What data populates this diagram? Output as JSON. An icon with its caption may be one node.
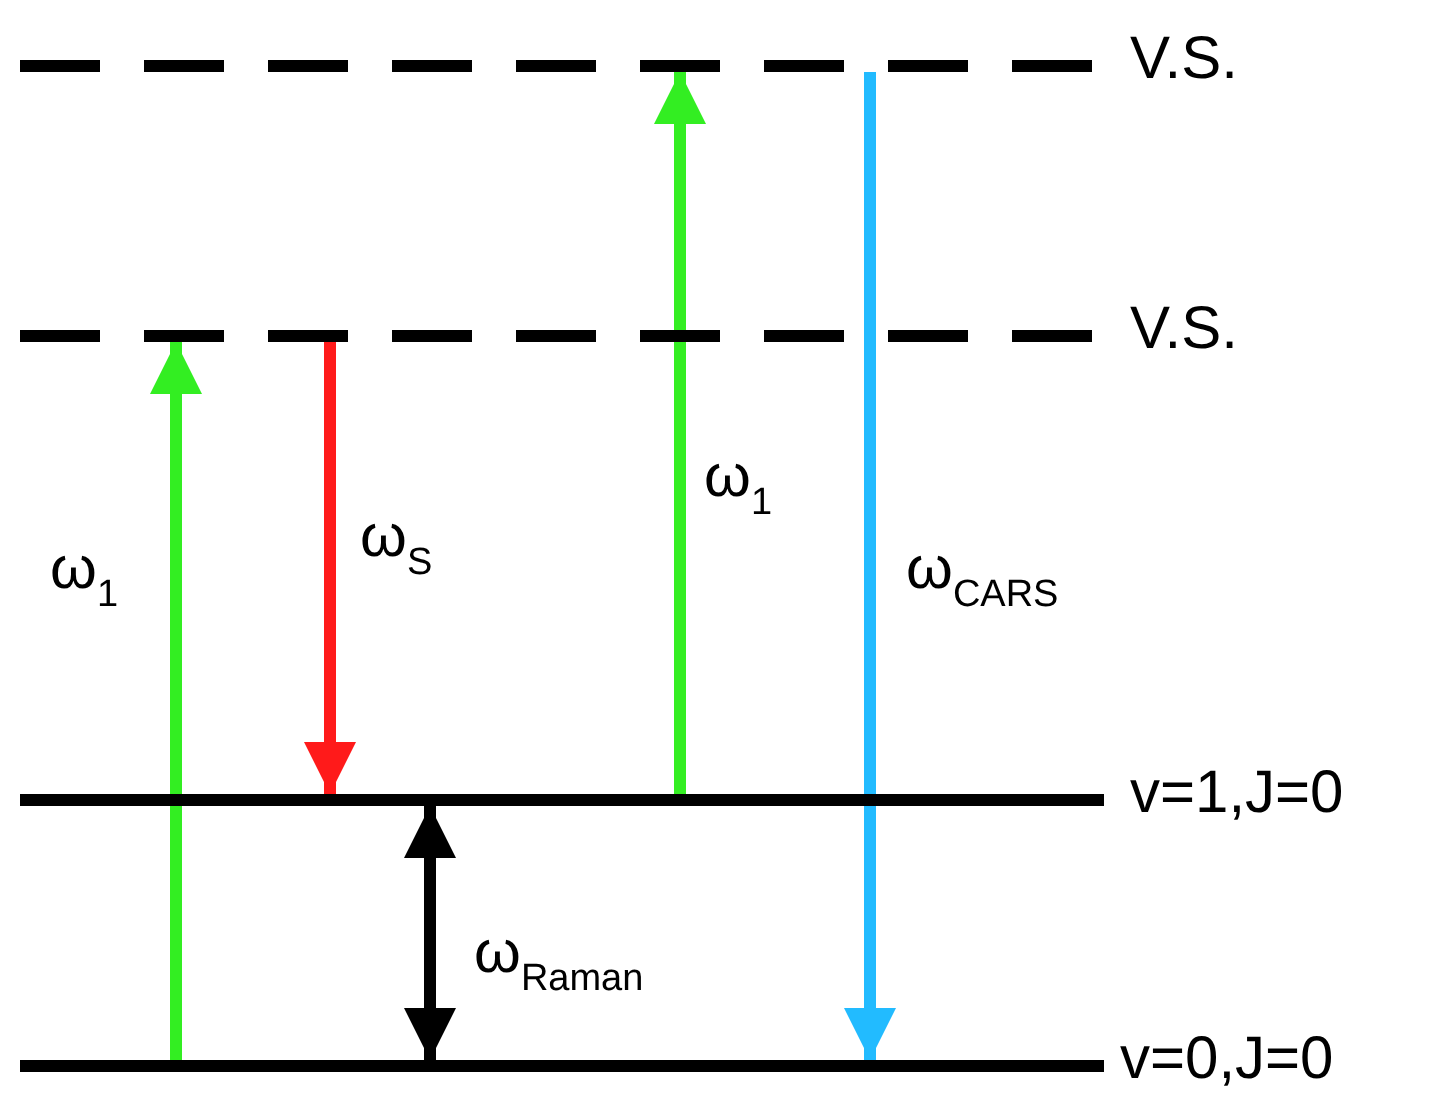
{
  "diagram": {
    "nodes": [
      {
        "text": [
          "V.S."
        ]
      },
      {
        "text": [
          "V.S."
        ]
      },
      {
        "text": [
          "v=1,J=0"
        ]
      },
      {
        "text": [
          "v=0,J=0"
        ]
      }
    ],
    "edges": [
      {
        "from": 3,
        "to": 1,
        "arrow": "to",
        "label": "ω$_{1}$",
        "color": "#33ee22"
      },
      {
        "from": 1,
        "to": 2,
        "arrow": "to",
        "label": "ω$_{S}$",
        "color": "#ff1a1a"
      },
      {
        "from": 2,
        "to": 0,
        "arrow": "to",
        "label": "ω$_{1}$",
        "color": "#33ee22"
      },
      {
        "from": 0,
        "to": 3,
        "arrow": "to",
        "label": "ω$_{CARS}$",
        "color": "#22bbff"
      },
      {
        "from": 2,
        "to": 3,
        "arrow": "both",
        "label": "ω$_{Raman}$",
        "color": "#000000"
      }
    ]
  }
}
